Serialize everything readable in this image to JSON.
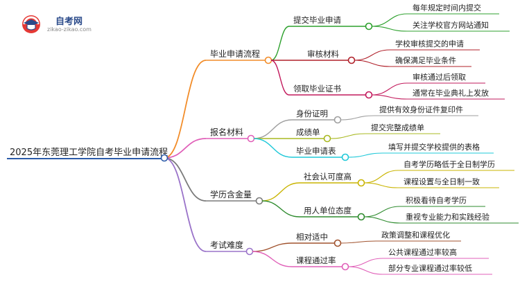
{
  "logo": {
    "title": "自考网",
    "url": "zikao-zikao.com"
  },
  "root": "2025年东莞理工学院自考毕业申请流程",
  "branches": [
    {
      "label": "毕业申请流程",
      "color": "#f28c28",
      "children": [
        {
          "label": "提交毕业申请",
          "color": "#2ca02c",
          "leaves": [
            "每年规定时间内提交",
            "关注学校官方网站通知"
          ]
        },
        {
          "label": "审核材料",
          "color": "#b0202a",
          "leaves": [
            "学校审核提交的申请",
            "确保满足毕业条件"
          ]
        },
        {
          "label": "领取毕业证书",
          "color": "#c2185b",
          "leaves": [
            "审核通过后领取",
            "通常在毕业典礼上发放"
          ]
        }
      ]
    },
    {
      "label": "报名材料",
      "color": "#e05fb8",
      "children": [
        {
          "label": "身份证明",
          "color": "#9e9e9e",
          "leaves": [
            "提供有效身份证件复印件"
          ]
        },
        {
          "label": "成绩单",
          "color": "#a8b820",
          "leaves": [
            "提交完整成绩单"
          ]
        },
        {
          "label": "毕业申请表",
          "color": "#1ec8d8",
          "leaves": [
            "填写并提交学校提供的表格"
          ]
        }
      ]
    },
    {
      "label": "学历含金量",
      "color": "#7a7a7a",
      "children": [
        {
          "label": "社会认可度高",
          "color": "#c9b400",
          "leaves": [
            "自考学历略低于全日制学历",
            "课程设置与全日制一致"
          ]
        },
        {
          "label": "用人单位态度",
          "color": "#2e8b2e",
          "leaves": [
            "积极看待自考学历",
            "重视专业能力和实践经验"
          ]
        }
      ]
    },
    {
      "label": "考试难度",
      "color": "#9a73c9",
      "children": [
        {
          "label": "相对适中",
          "color": "#a0522d",
          "leaves": [
            "政策调整和课程优化"
          ]
        },
        {
          "label": "课程通过率",
          "color": "#e05fb8",
          "leaves": [
            "公共课程通过率较高",
            "部分专业课程通过率较低"
          ]
        }
      ]
    }
  ],
  "colors": {
    "root_line": "#2a5aa8",
    "leaf_line": "#8e7cc3",
    "text": "#222222"
  }
}
